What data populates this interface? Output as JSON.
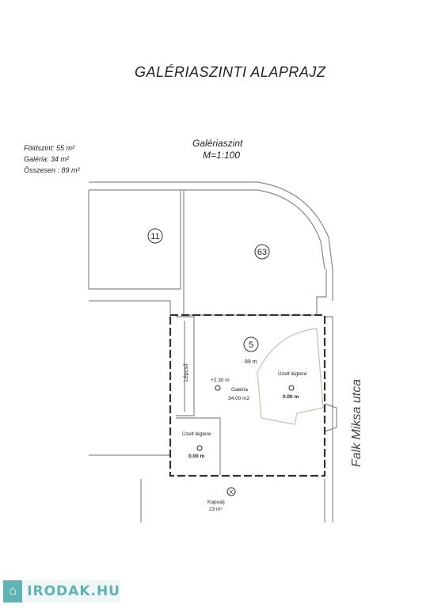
{
  "title": "GALÉRIASZINTI ALAPRAJZ",
  "subtitle": {
    "line1": "Galériaszint",
    "line2": "M=1:100"
  },
  "areas": [
    "Földszint:  55 m²",
    "Galéria:  34 m²",
    "Összesen : 89 m²"
  ],
  "units": {
    "u11": "11",
    "u63": "63",
    "u5": "5",
    "ux": "X"
  },
  "labels": {
    "height_89": "89 m",
    "lepcso": "Lépcső",
    "level_230": "+2.30 m",
    "galeria_name": "Galéria",
    "galeria_area": "34.00 m2",
    "uzelt_right": "Üzelt légtere",
    "level_000_right": "0.00 m",
    "uzelt_left": "Üzelt légtere",
    "level_000_left": "0.00 m",
    "kapualj_name": "Kapualj",
    "kapualj_area": "23 m²",
    "street": "Falk Miksa utca"
  },
  "logo": {
    "text": "IRODAK.HU",
    "icon": "house-icon"
  },
  "colors": {
    "walls": "#8a8a8a",
    "dashed": "#333333",
    "logo": "#5fb3b0"
  }
}
